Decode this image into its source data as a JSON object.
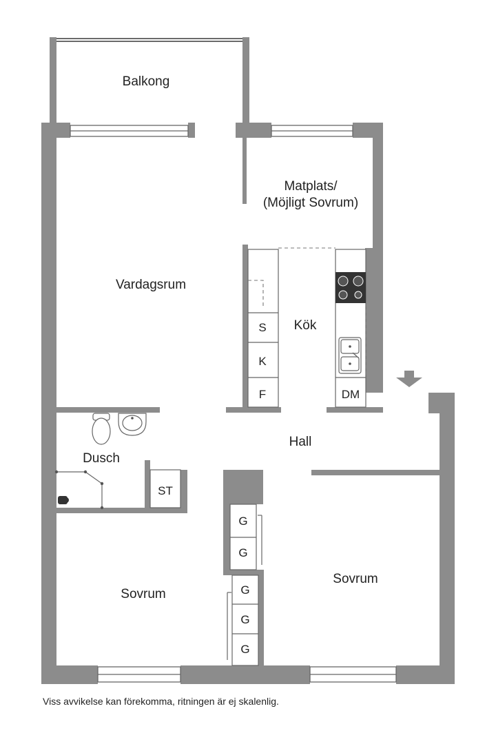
{
  "rooms": {
    "balkong": "Balkong",
    "matplats_1": "Matplats/",
    "matplats_2": "(Möjligt Sovrum)",
    "vardagsrum": "Vardagsrum",
    "kok": "Kök",
    "hall": "Hall",
    "dusch": "Dusch",
    "sovrum_left": "Sovrum",
    "sovrum_right": "Sovrum"
  },
  "fixtures": {
    "storage": "ST",
    "kitchen_s": "S",
    "kitchen_k": "K",
    "kitchen_f": "F",
    "dishwasher": "DM",
    "wardrobe": "G"
  },
  "disclaimer": "Viss avvikelse kan förekomma, ritningen är ej skalenlig.",
  "colors": {
    "wall": "#8c8c8c",
    "line": "#555555",
    "background": "#ffffff"
  },
  "icons": [
    "entrance-arrow-icon",
    "stove-icon",
    "sink-icon",
    "toilet-icon",
    "washbasin-icon",
    "shower-icon"
  ]
}
